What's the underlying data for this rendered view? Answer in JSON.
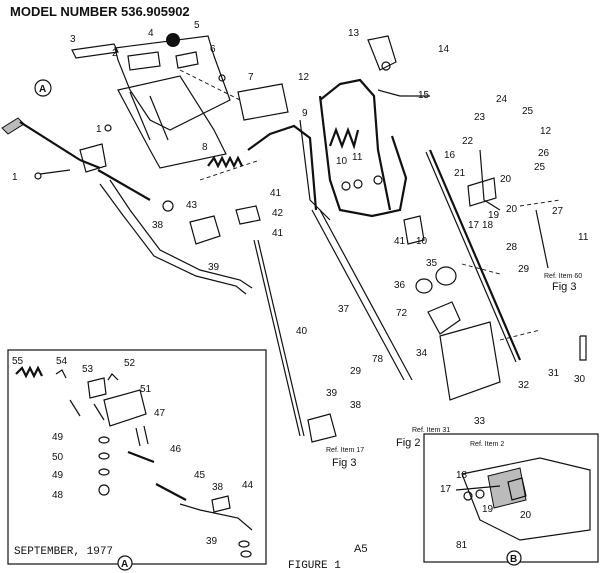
{
  "header": {
    "model": "MODEL NUMBER 536.905902"
  },
  "footer": {
    "date": "SEPTEMBER, 1977",
    "page": "A5",
    "figure": "FIGURE 1"
  },
  "callouts": {
    "c1a": "1",
    "c1b": "1",
    "c2": "2",
    "c3": "3",
    "c4": "4",
    "c5": "5",
    "c6": "6",
    "c7": "7",
    "c8": "8",
    "c9": "9",
    "c10a": "10",
    "c10b": "10",
    "c11a": "11",
    "c11b": "11",
    "c12a": "12",
    "c12b": "12",
    "c13": "13",
    "c14": "14",
    "c15": "15",
    "c16": "16",
    "c17": "17",
    "c18": "18",
    "c19": "19",
    "c20a": "20",
    "c20b": "20",
    "c21": "21",
    "c22": "22",
    "c23": "23",
    "c24": "24",
    "c25a": "25",
    "c25b": "25",
    "c26": "26",
    "c27": "27",
    "c28": "28",
    "c29a": "29",
    "c29b": "29",
    "c30": "30",
    "c31": "31",
    "c32": "32",
    "c33": "33",
    "c34": "34",
    "c35": "35",
    "c36": "36",
    "c37": "37",
    "c38a": "38",
    "c38b": "38",
    "c39a": "39",
    "c39b": "39",
    "c40": "40",
    "c41a": "41",
    "c41b": "41",
    "c41c": "41",
    "c42": "42",
    "c43": "43",
    "c72": "72",
    "c78": "78"
  },
  "inset_a": {
    "c55": "55",
    "c54": "54",
    "c53": "53",
    "c52": "52",
    "c51": "51",
    "c47": "47",
    "c49a": "49",
    "c50": "50",
    "c49b": "49",
    "c46": "46",
    "c48": "48",
    "c45": "45",
    "c38": "38",
    "c44": "44",
    "c39": "39"
  },
  "inset_b": {
    "ref": "Ref. Item 2",
    "c17": "17",
    "c18": "18",
    "c19": "19",
    "c20": "20",
    "c81": "81"
  },
  "refs": {
    "fig3_right_ref": "Ref. Item 60",
    "fig3_right": "Fig 3",
    "fig3_left_ref": "Ref. Item 17",
    "fig3_left": "Fig 3",
    "fig2_ref": "Ref. Item 31",
    "fig2": "Fig 2"
  },
  "markers": {
    "a": "A",
    "b": "B"
  },
  "icons": [
    "hand-grip-icon",
    "knob-icon",
    "spring-icon",
    "washer-icon",
    "bolt-icon"
  ]
}
